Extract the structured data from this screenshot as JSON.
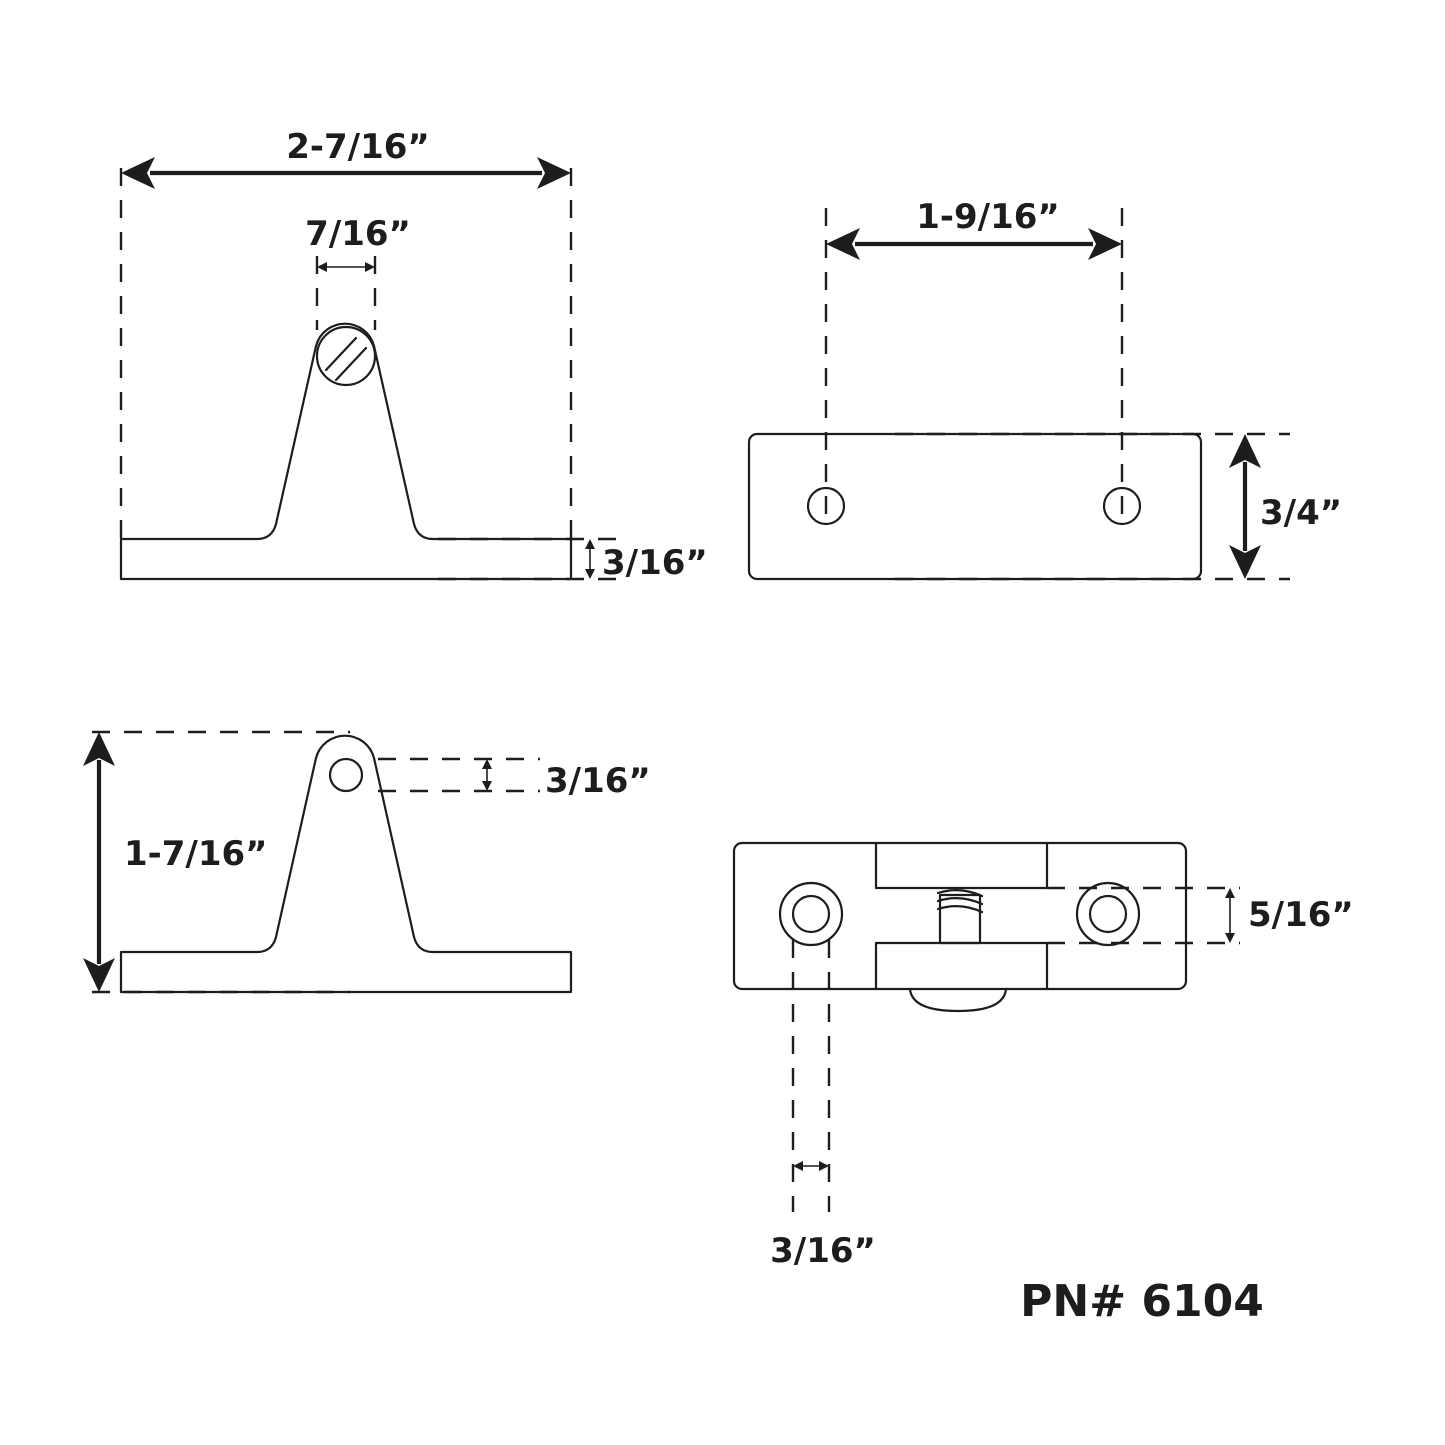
{
  "dimensions": {
    "overall_length": "2-7/16”",
    "eye_width": "7/16”",
    "base_thickness": "3/16”",
    "hole_spacing": "1-9/16”",
    "base_width": "3/4”",
    "overall_height": "1-7/16”",
    "eye_hole_diameter": "3/16”",
    "slot_width": "5/16”",
    "mount_hole_diameter": "3/16”"
  },
  "part_number": "PN# 6104",
  "colors": {
    "line": "#1d1d1b",
    "background": "#ffffff"
  }
}
